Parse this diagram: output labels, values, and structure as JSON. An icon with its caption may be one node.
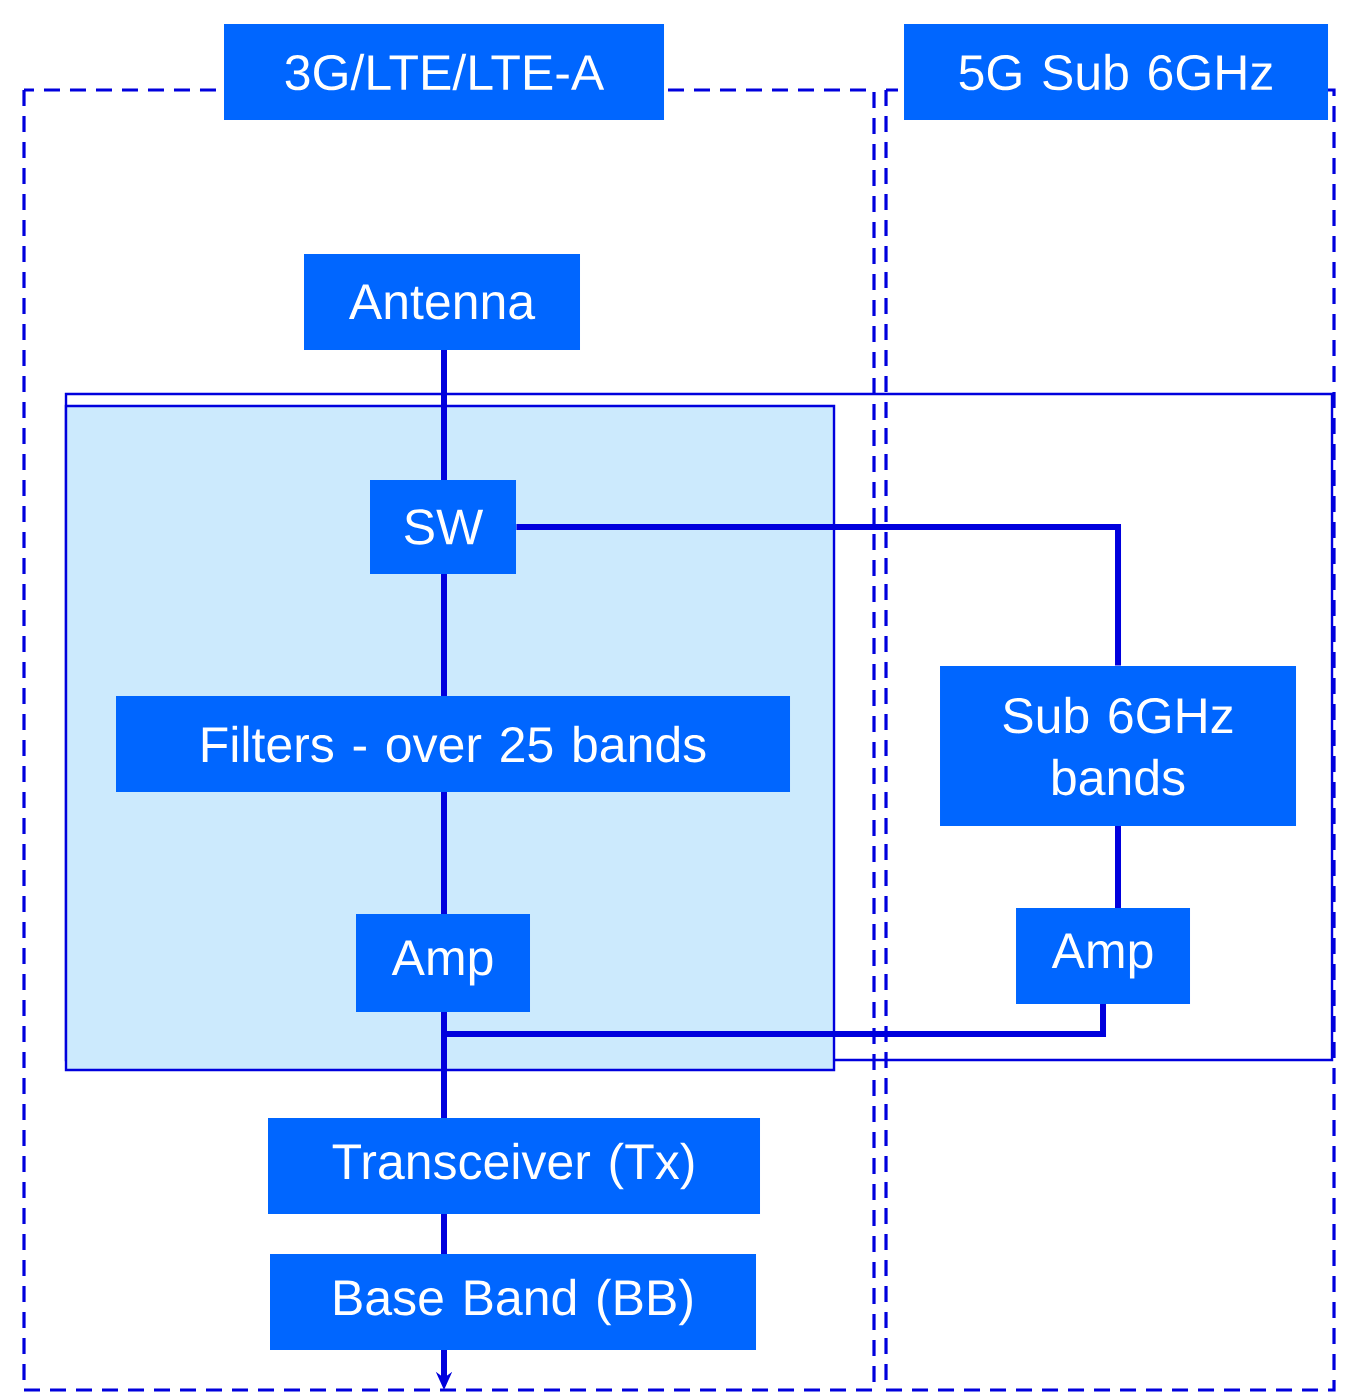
{
  "diagram": {
    "nodes": [
      {
        "text": [
          "3G/LTE/LTE-A"
        ]
      },
      {
        "text": [
          "5G Sub 6GHz"
        ]
      },
      {
        "text": [
          "Antenna"
        ]
      },
      {
        "text": [
          "SW"
        ]
      },
      {
        "text": [
          "Filters - over 25 bands"
        ]
      },
      {
        "text": [
          "Amp"
        ]
      },
      {
        "text": [
          "Sub 6GHz bands"
        ]
      },
      {
        "text": [
          "Amp"
        ]
      },
      {
        "text": [
          "Transceiver (Tx)"
        ]
      },
      {
        "text": [
          "Base Band (BB)"
        ]
      }
    ],
    "edges": [
      {
        "from": 2,
        "to": 3,
        "arrow": "none"
      },
      {
        "from": 3,
        "to": 4,
        "arrow": "none"
      },
      {
        "from": 4,
        "to": 5,
        "arrow": "none"
      },
      {
        "from": 3,
        "to": 6,
        "arrow": "none"
      },
      {
        "from": 6,
        "to": 7,
        "arrow": "none"
      },
      {
        "from": 5,
        "to": 8,
        "arrow": "none"
      },
      {
        "from": 7,
        "to": 8,
        "arrow": "none"
      },
      {
        "from": 8,
        "to": 9,
        "arrow": "none"
      },
      {
        "from": 9,
        "to": null,
        "arrow": "to"
      }
    ]
  }
}
